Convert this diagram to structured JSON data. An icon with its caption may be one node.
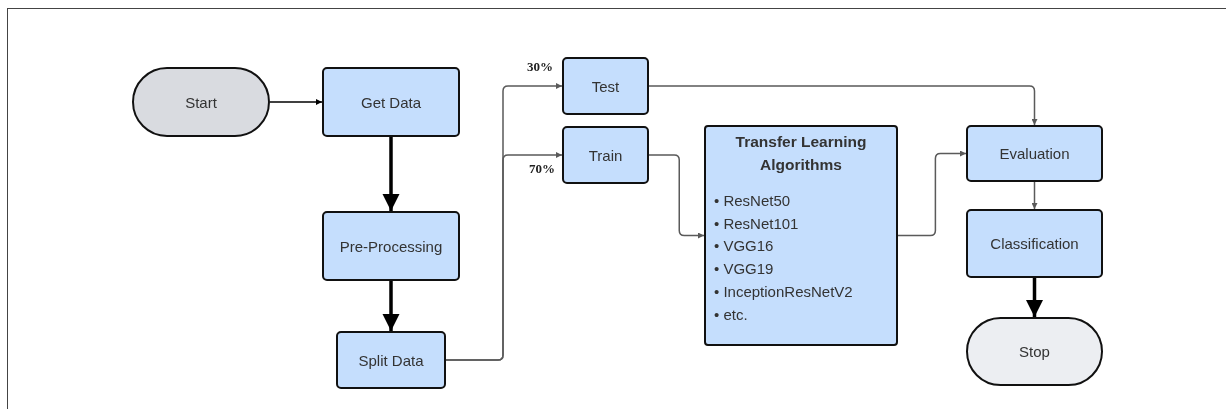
{
  "diagram": {
    "nodes": [
      {
        "text": [
          "Start"
        ]
      },
      {
        "text": [
          "Get Data"
        ]
      },
      {
        "text": [
          "Pre-Processing"
        ]
      },
      {
        "text": [
          "Split Data"
        ]
      },
      {
        "text": [
          "Test"
        ]
      },
      {
        "text": [
          "Train"
        ]
      },
      {
        "text": [
          "Transfer Learning Algorithms",
          "• ResNet50",
          "• ResNet101",
          "• VGG16",
          "• VGG19",
          "• InceptionResNetV2",
          "• etc."
        ]
      },
      {
        "text": [
          "Evaluation"
        ]
      },
      {
        "text": [
          "Classification"
        ]
      },
      {
        "text": [
          "Stop"
        ]
      }
    ],
    "edges": [
      {
        "from": 0,
        "to": 1,
        "arrow": "to",
        "color": "#000000"
      },
      {
        "from": 1,
        "to": 2,
        "arrow": "to",
        "style": "thick",
        "color": "#000000"
      },
      {
        "from": 2,
        "to": 3,
        "arrow": "to",
        "style": "thick",
        "color": "#000000"
      },
      {
        "from": 3,
        "to": 4,
        "arrow": "to",
        "label": "30%"
      },
      {
        "from": 3,
        "to": 5,
        "arrow": "to",
        "label": "70%"
      },
      {
        "from": 4,
        "to": 7,
        "arrow": "to"
      },
      {
        "from": 5,
        "to": 6,
        "arrow": "to"
      },
      {
        "from": 6,
        "to": 7,
        "arrow": "to"
      },
      {
        "from": 7,
        "to": 8,
        "arrow": "to"
      },
      {
        "from": 8,
        "to": 9,
        "arrow": "to",
        "style": "thick",
        "color": "#000000"
      }
    ]
  }
}
